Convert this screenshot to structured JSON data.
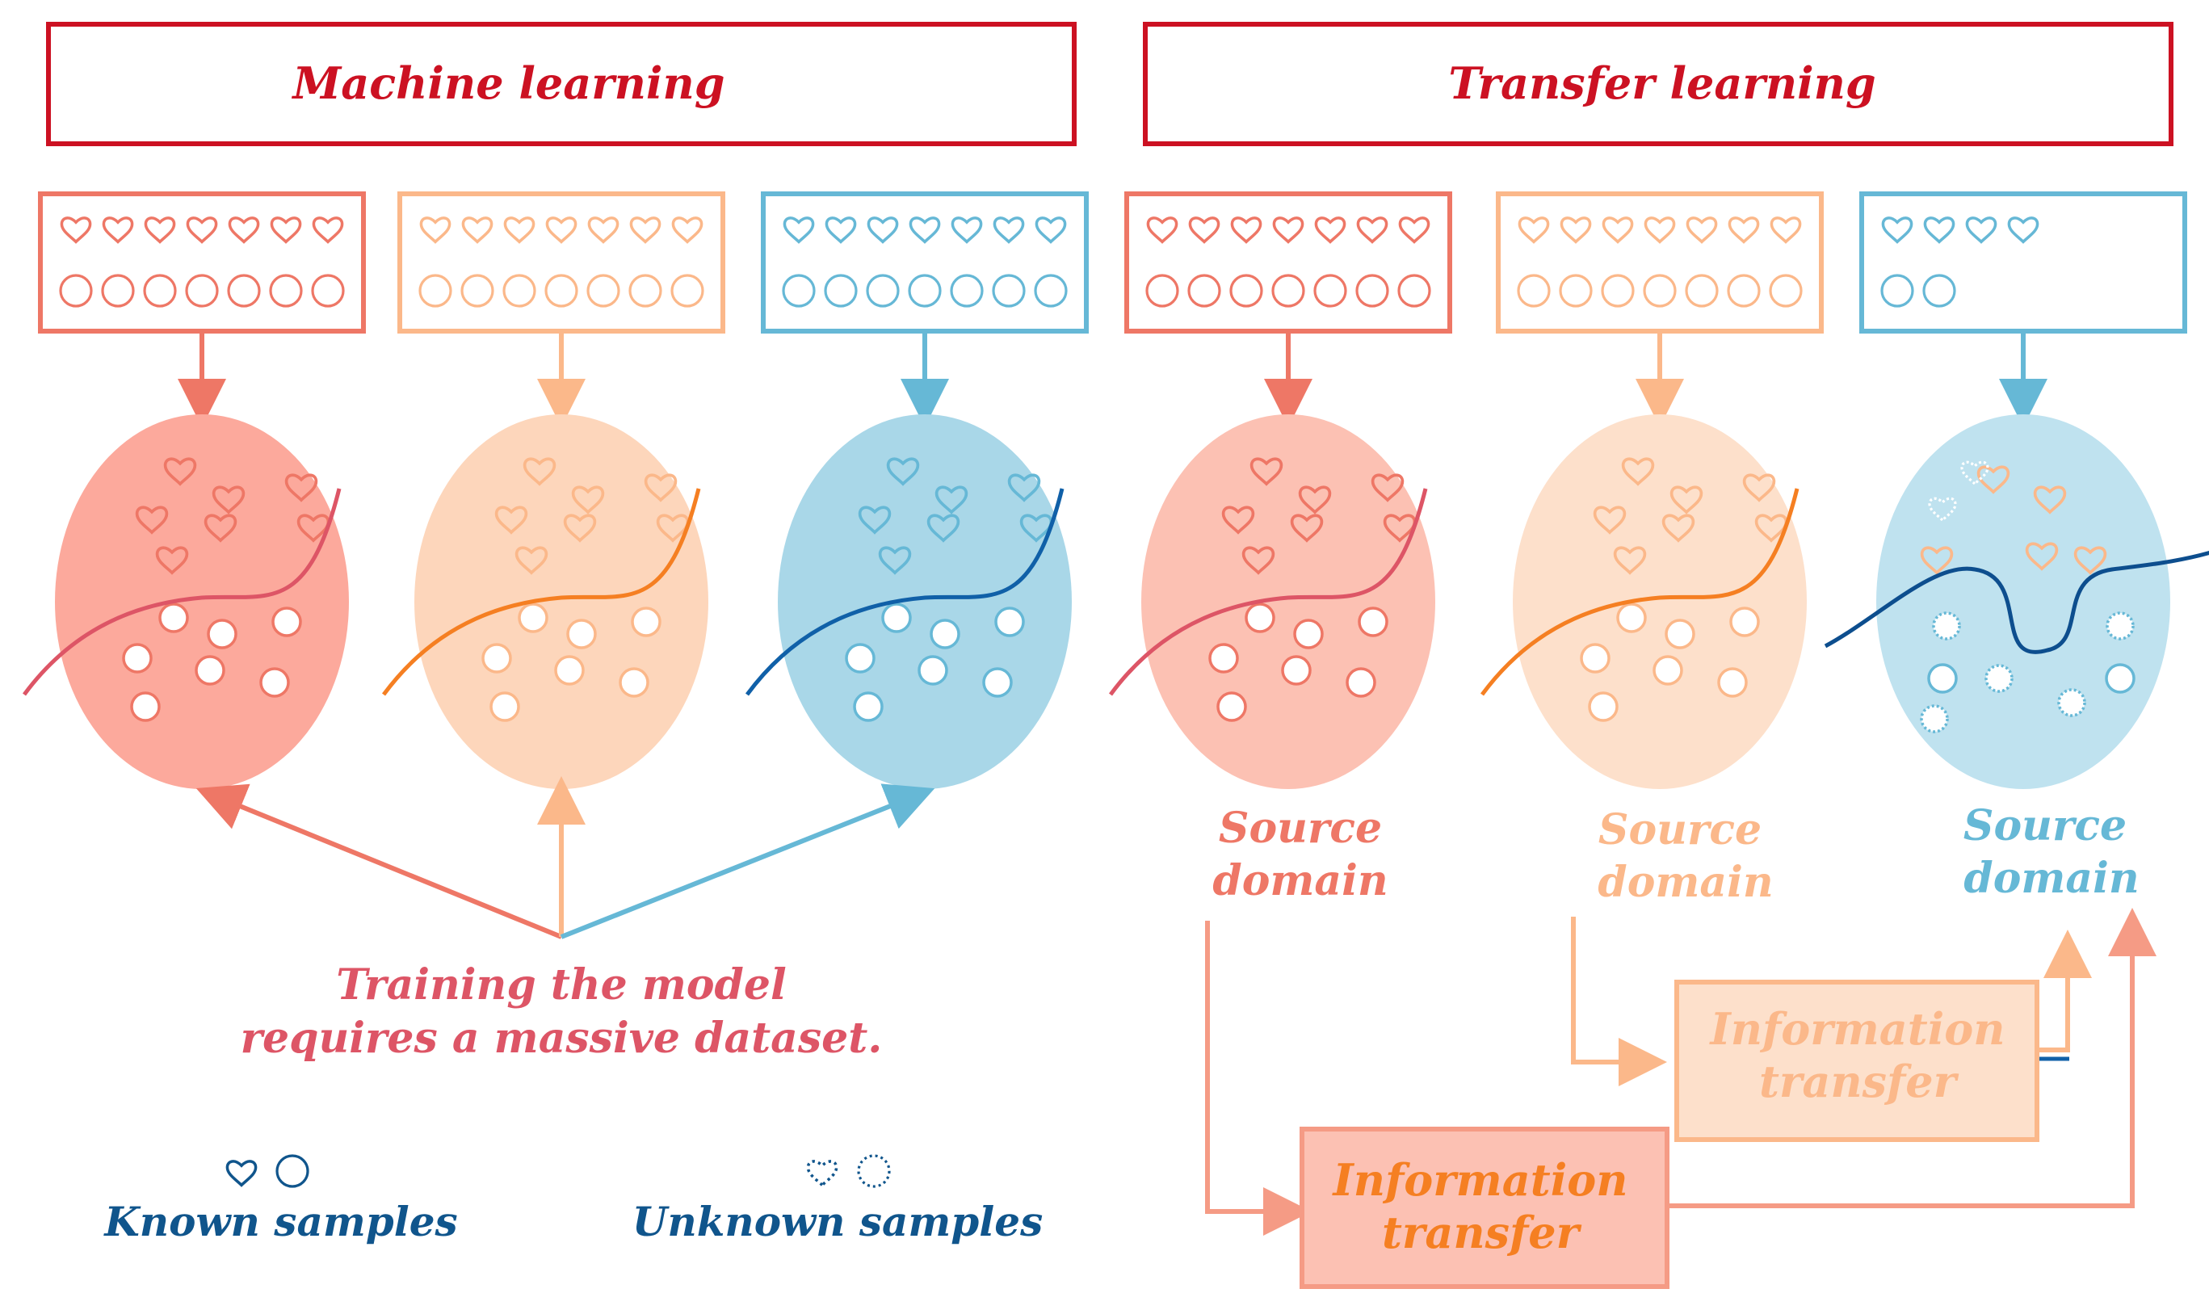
{
  "headers": {
    "machine_learning": "Machine learning",
    "transfer_learning": "Transfer learning"
  },
  "domain_labels": {
    "d4": [
      "Source",
      "domain"
    ],
    "d5": [
      "Source",
      "domain"
    ],
    "d6": [
      "Source",
      "domain"
    ]
  },
  "caption": {
    "line1": "Training the model",
    "line2": "requires a massive dataset."
  },
  "legend": {
    "known": "Known samples",
    "unknown": "Unknown samples"
  },
  "transfer_boxes": {
    "upper": [
      "Information",
      "transfer"
    ],
    "lower": [
      "Information",
      "transfer"
    ]
  },
  "colors": {
    "red": "#ee7766",
    "red_fill": "#fca99c",
    "red_dark": "#dd5566",
    "orange": "#fbb88a",
    "orange_fill": "#fdd6bb",
    "orange_line": "#f57f22",
    "blue": "#66b8d6",
    "blue_fill": "#a9d7e8",
    "blue_line": "#1060a8",
    "blue_dark_line": "#0d4e8e",
    "header_red": "#cc1122",
    "legend_blue": "#10558c"
  }
}
